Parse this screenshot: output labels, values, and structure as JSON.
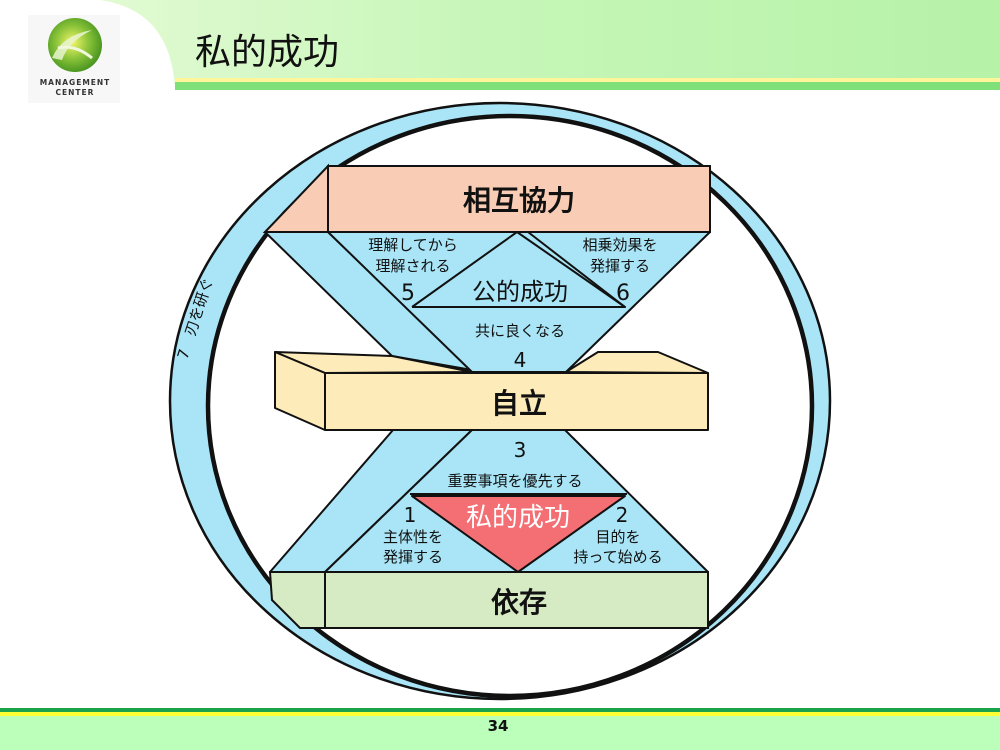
{
  "header": {
    "title": "私的成功",
    "logo": {
      "line1": "MANAGEMENT",
      "line2": "CENTER"
    }
  },
  "diagram": {
    "interdependence": "相互協力",
    "habit5": {
      "number": "5",
      "line1": "理解してから",
      "line2": "理解される"
    },
    "habit6": {
      "number": "6",
      "line1": "相乗効果を",
      "line2": "発揮する"
    },
    "public_victory": "公的成功",
    "habit4": {
      "number": "4",
      "label": "共に良くなる"
    },
    "independence": "自立",
    "habit3": {
      "number": "3",
      "label": "重要事項を優先する"
    },
    "private_victory": "私的成功",
    "habit1": {
      "number": "1",
      "line1": "主体性を",
      "line2": "発揮する"
    },
    "habit2": {
      "number": "2",
      "line1": "目的を",
      "line2": "持って始める"
    },
    "dependence": "依存",
    "habit7": "7　刃を研ぐ"
  },
  "footer": {
    "page_number": "34"
  },
  "colors": {
    "ring": "#a9e5f6",
    "interdependence": "#f9cdb5",
    "independence": "#fdebb9",
    "dependence": "#d6ebc3",
    "private_victory": "#f46f73",
    "header_green": "#b9f5b0",
    "footer_green": "#bbffbb"
  }
}
